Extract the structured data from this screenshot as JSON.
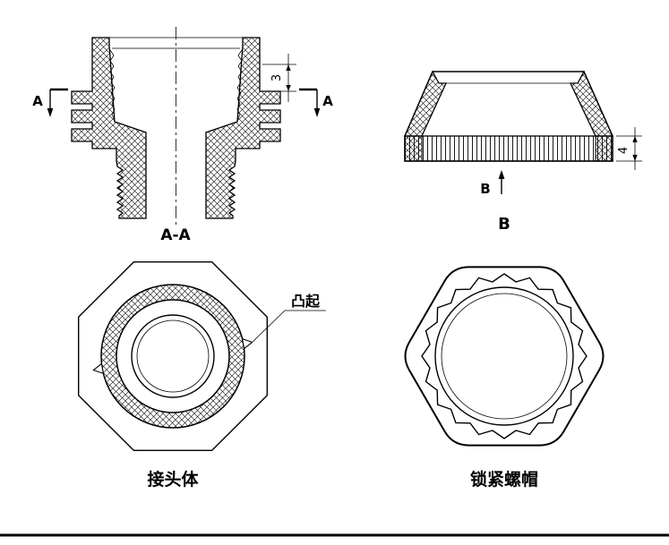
{
  "drawing": {
    "section_aa": {
      "view_label": "A-A",
      "cut_letter_left": "A",
      "cut_letter_right": "A",
      "dim_3": "3"
    },
    "view_b": {
      "view_label": "B",
      "direction_letter": "B",
      "dim_4": "4"
    },
    "body_front": {
      "part_label": "接头体",
      "callout": "凸起"
    },
    "cap_front": {
      "part_label": "锁紧螺帽"
    },
    "colors": {
      "line": "#000000",
      "background": "#ffffff"
    }
  }
}
